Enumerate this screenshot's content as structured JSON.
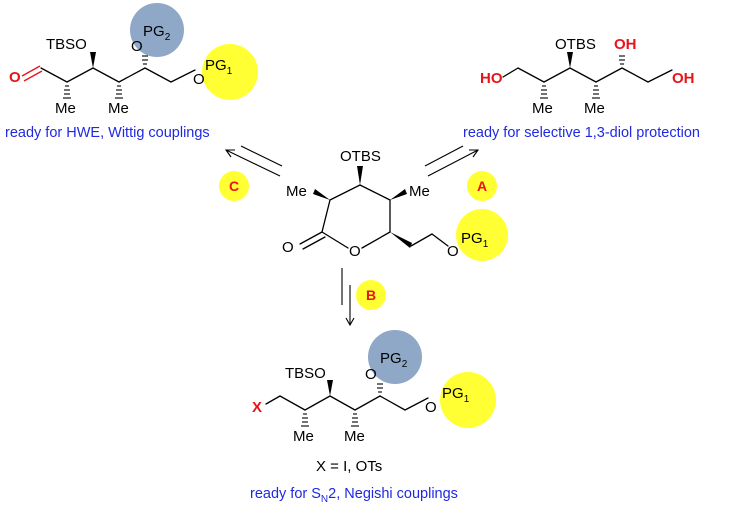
{
  "labels": {
    "otbs": "OTBS",
    "tbso": "TBSO",
    "o": "O",
    "me": "Me",
    "ho": "HO",
    "oh": "OH",
    "pg": "PG",
    "pg1_sub": "1",
    "pg2_sub": "2",
    "x": "X",
    "x_def": "X = I, OTs"
  },
  "captions": {
    "c": "ready for HWE, Wittig couplings",
    "a": "ready for selective 1,3-diol protection",
    "b_pre": "ready for S",
    "b_sub": "N",
    "b_post": "2, Negishi couplings"
  },
  "badges": {
    "a": "A",
    "b": "B",
    "c": "C"
  },
  "colors": {
    "pg1": "#ffff33",
    "pg2": "#8fa8c8",
    "caption": "#1f2ae0",
    "highlight": "#e8141a"
  }
}
